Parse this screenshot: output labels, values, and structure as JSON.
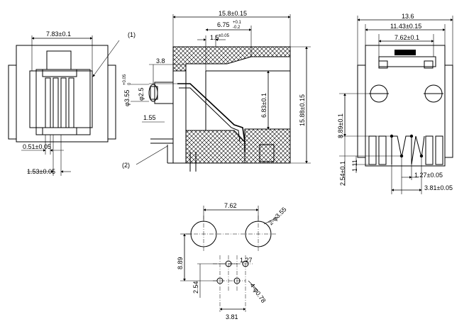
{
  "front_view": {
    "dim_width": "7.83±0.1",
    "callout_1": "(1)",
    "dim_contact_width": "0.51±0.05",
    "dim_pitch": "1.53±0.05"
  },
  "side_view": {
    "dim_length": "15.8±0.15",
    "dim_675": "6.75",
    "dim_675_tol_plus": "+0.1",
    "dim_675_tol_minus": "-0.2",
    "dim_15": "1.5",
    "dim_15_tol": "±0.05",
    "dim_38": "3.8",
    "dim_355": "φ3.55",
    "dim_355_tol_plus": "+0.05",
    "dim_355_tol_minus": "0",
    "dim_25": "φ2.5",
    "dim_155": "1.55",
    "dim_683": "6.83±0.1",
    "dim_height": "15.88±0.15",
    "callout_2": "(2)"
  },
  "rear_view": {
    "dim_136": "13.6",
    "dim_1143": "11.43±0.15",
    "dim_762": "7.62±0.1",
    "dim_889": "8.89±0.1",
    "dim_254": "2.54±0.1",
    "dim_111": "1.11",
    "dim_127": "1.27±0.05",
    "dim_381": "3.81±0.05"
  },
  "footprint": {
    "dim_762": "7.62",
    "dim_holes": "2-φ3.55",
    "dim_889": "8.89",
    "dim_127": "1.27",
    "dim_254": "2.54",
    "dim_pins": "4-φ0.78",
    "dim_381": "3.81"
  }
}
